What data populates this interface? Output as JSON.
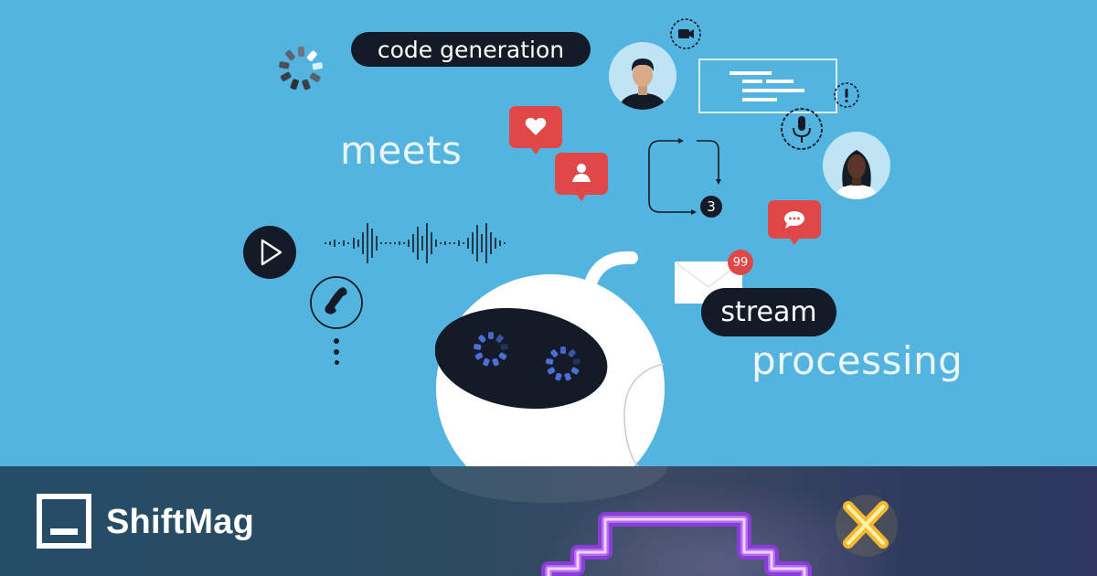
{
  "hero": {
    "pills": {
      "code_generation": "code generation",
      "stream": "stream"
    },
    "words": {
      "meets": "meets",
      "processing": "processing"
    },
    "badges": {
      "loop_count": "3",
      "mail_count": "99"
    },
    "icons": [
      "loading-spinner-icon",
      "video-camera-icon",
      "heart-icon",
      "user-icon",
      "alert-icon",
      "microphone-icon",
      "chat-icon",
      "play-icon",
      "phone-icon",
      "mail-icon",
      "loop-arrows-icon",
      "sound-wave-icon"
    ],
    "colors": {
      "background": "#54b4e0",
      "pill": "#141b26",
      "red": "#e04848",
      "robot_eye": "#4a6fd8"
    }
  },
  "footer": {
    "brand": "ShiftMag",
    "colors": {
      "bar": "#264d66",
      "neon_purple": "#a855f7",
      "neon_yellow": "#f5cc3a"
    }
  }
}
